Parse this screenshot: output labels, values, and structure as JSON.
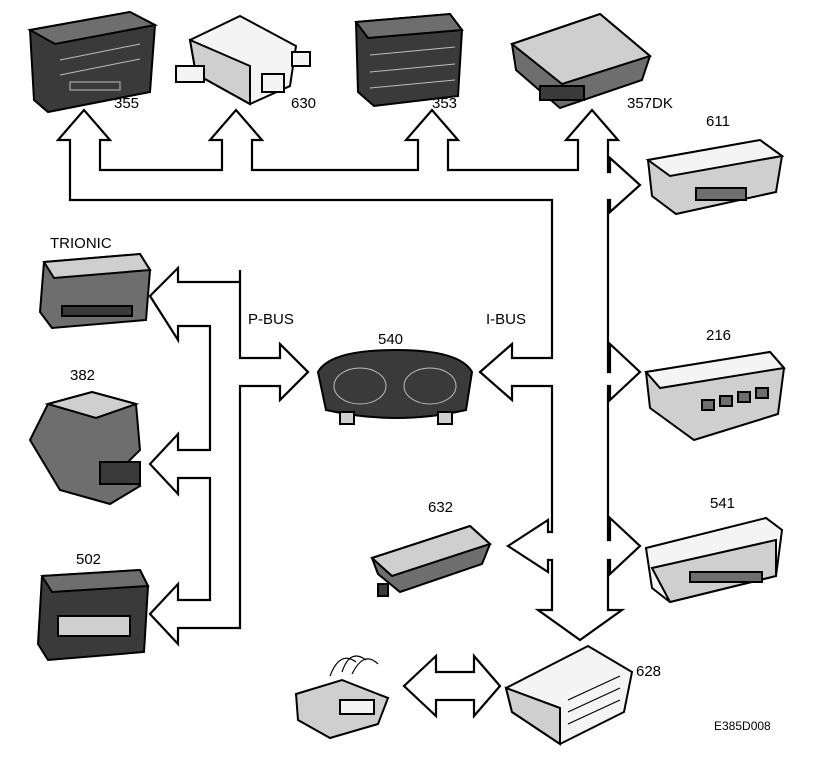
{
  "buses": {
    "p_bus_label": "P-BUS",
    "i_bus_label": "I-BUS"
  },
  "modules": {
    "m355": "355",
    "m630": "630",
    "m353": "353",
    "m357dk": "357DK",
    "m611": "611",
    "trionic": "TRIONIC",
    "m382": "382",
    "m540": "540",
    "m216": "216",
    "m632": "632",
    "m541": "541",
    "m502": "502",
    "m628": "628"
  },
  "figure_code": "E385D008"
}
